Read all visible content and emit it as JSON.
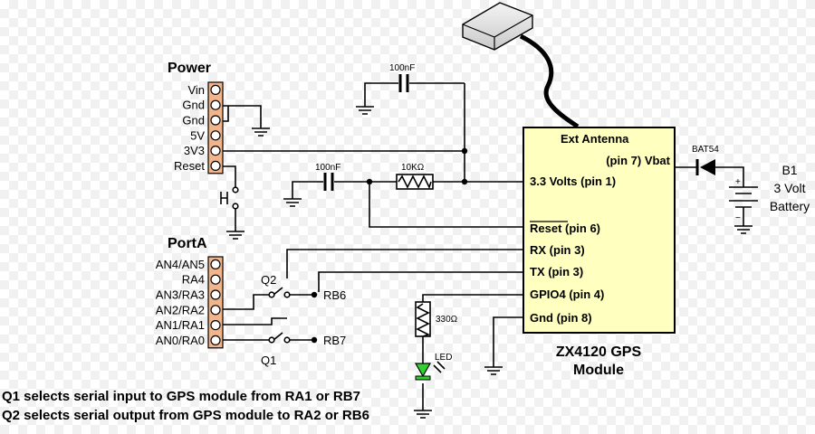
{
  "power": {
    "title": "Power",
    "pins": [
      "Vin",
      "Gnd",
      "Gnd",
      "5V",
      "3V3",
      "Reset"
    ]
  },
  "porta": {
    "title": "PortA",
    "pins": [
      "AN4/AN5",
      "RA4",
      "AN3/RA3",
      "AN2/RA2",
      "AN1/RA1",
      "AN0/RA0"
    ]
  },
  "module": {
    "pins": [
      "Ext Antenna",
      "(pin 7) Vbat",
      "3.3 Volts (pin 1)",
      "Reset (pin 6)",
      "RX (pin 3)",
      "TX (pin 3)",
      "GPIO4 (pin 4)",
      "Gnd (pin 8)"
    ],
    "name_line1": "ZX4120 GPS",
    "name_line2": "Module",
    "fill": "#ffffbf"
  },
  "components": {
    "cap_top": "100nF",
    "cap_mid": "100nF",
    "res_10k": "10KΩ",
    "res_330": "330Ω",
    "led": "LED",
    "diode": "BAT54",
    "q1": "Q1",
    "q2": "Q2",
    "rb6": "RB6",
    "rb7": "RB7"
  },
  "battery": {
    "line1": "B1",
    "line2": "3 Volt",
    "line3": "Battery",
    "plus": "+",
    "minus": "−"
  },
  "notes": [
    "Q1 selects serial input to GPS module from RA1 or RB7",
    "Q2 selects serial output from GPS module to RA2 or RB6"
  ],
  "colors": {
    "header_pin": "#f2b48a",
    "led": "#2fd12f"
  }
}
